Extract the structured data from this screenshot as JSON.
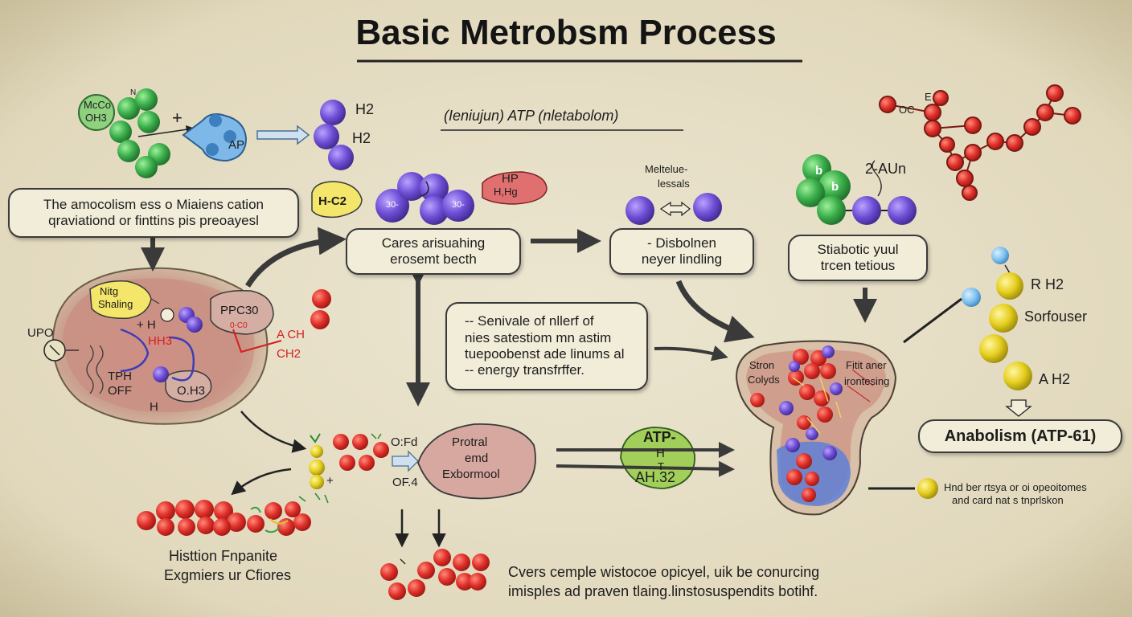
{
  "title": "Basic Metrobsm Process",
  "subtitle": "(Ieniujun) ATP (nletabolom)",
  "boxes": {
    "top_left": [
      "The amocolism ess o Miaiens cation",
      "qraviationd or finttins pis preoayesl"
    ],
    "center_top": [
      "Cares arisuahing",
      "erosemt becth"
    ],
    "right_top": [
      "- Disbolnen",
      "neyer lindling"
    ],
    "stiabotic": [
      "Stiabotic yuul",
      "trcen tetious"
    ],
    "center": [
      "-- Senivale of nllerf of",
      "nies satestiom mn astim",
      "tuepoobenst ade linums al",
      "-- energy transfrffer."
    ],
    "anabolism": "Anabolism (ATP-61)"
  },
  "labels": {
    "mco": "McCo",
    "oh3": "OH3",
    "n": "N",
    "plus_top": "+",
    "ap": "AP",
    "h2_a": "H2",
    "h2_b": "H2",
    "hc2": "H-C2",
    "hp": "HP",
    "hhg": "H,Hg",
    "thirty_a": "30-",
    "thirty_b": "30-",
    "meltelue": "Meltelue-",
    "lessals": "lessals",
    "two_aun": "2-AUn",
    "b1": "b",
    "b2": "b",
    "oc": "OC",
    "e": "E",
    "rh2": "R H2",
    "sorfouser": "Sorfouser",
    "ah2": "A H2",
    "nitg": "Nitg",
    "shaling": "Shaling",
    "upo": "UPO",
    "plus_h": "+ H",
    "hh3": "HH3",
    "tph": "TPH",
    "off": "OFF",
    "h": "H",
    "oh3b": "O.H3",
    "ppc": "PPC30",
    "ppc_small": "0-C0",
    "ach": "A CH",
    "ch2": "CH2",
    "stron": "Stron",
    "colyds": "Colyds",
    "fitit_aner": "Fitit aner",
    "irontesing": "irontesing",
    "ofd": "O:Fd",
    "of4": "OF.4",
    "plus_bottom": "+",
    "protral": "Protral",
    "emd": "emd",
    "exbormool": "Exbormool",
    "atp_a": "ATP-",
    "atp_b": "H",
    "atp_c": "T",
    "atp_d": "AH.32",
    "histtion": "Histtion Fnpanite",
    "exgmiers": "Exgmiers ur Cfiores",
    "caption_1": "Cvers cemple wistocoe opicyel, uik be conurcing",
    "caption_2": "imisples ad praven tlaing.linstosuspendits botihf.",
    "side_note_1": "Hnd ber rtsya or oi opeoitomes",
    "side_note_2": "and card nat s tnprlskon"
  }
}
